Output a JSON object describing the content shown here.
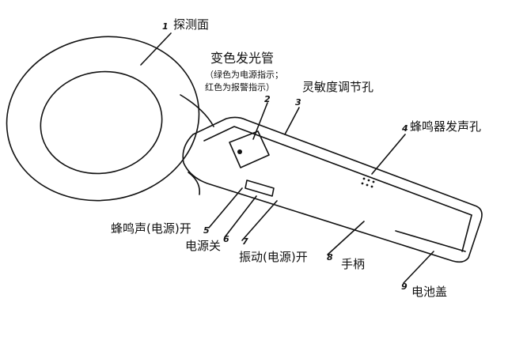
{
  "callouts": [
    {
      "number": "1",
      "label": "探测面"
    },
    {
      "number": "2",
      "label": "变色发光管",
      "note": [
        "（绿色为电源指示；",
        "红色为报警指示）"
      ]
    },
    {
      "number": "3",
      "label": "灵敏度调节孔"
    },
    {
      "number": "4",
      "label": "蜂鸣器发声孔"
    },
    {
      "number": "5",
      "label": "蜂鸣声(电源)开"
    },
    {
      "number": "6",
      "label": "电源关"
    },
    {
      "number": "7",
      "label": "振动(电源)开"
    },
    {
      "number": "8",
      "label": "手柄"
    },
    {
      "number": "9",
      "label": "电池盖"
    }
  ],
  "colors": {
    "ink": "#111111",
    "background": "#ffffff"
  }
}
